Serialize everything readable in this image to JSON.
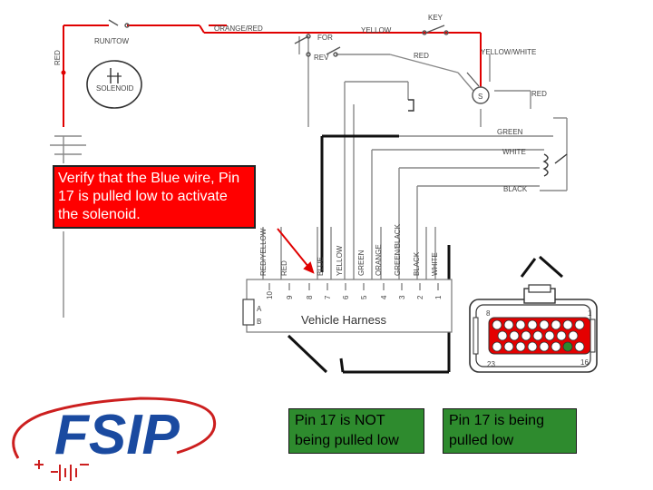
{
  "callout": {
    "text": "Verify that the Blue wire, Pin 17 is pulled low to activate the solenoid."
  },
  "harness_label": "Vehicle Harness",
  "status_boxes": {
    "not_pulled": "Pin 17 is NOT being pulled low",
    "pulled": "Pin 17 is being pulled low"
  },
  "logo": {
    "text": "FSIP",
    "color": "#1a4aa0",
    "accent": "#cc1f1f"
  },
  "schematic": {
    "labels": {
      "orange_red": "ORANGE/RED",
      "yellow_top": "YELLOW",
      "key": "KEY",
      "run_tow": "RUN/TOW",
      "red_side": "RED",
      "solenoid": "SOLENOID",
      "fwd": "FOR",
      "rev": "REV",
      "red_mid": "RED",
      "yellow_white": "YELLOW/WHITE",
      "red_right": "RED",
      "green": "GREEN",
      "white": "WHITE",
      "black": "BLACK"
    },
    "wire_colors": [
      "RED/YELLOW",
      "RED",
      "BLUE",
      "YELLOW",
      "GREEN",
      "ORANGE",
      "GREEN/BLACK",
      "BLACK",
      "WHITE"
    ],
    "pin_numbers": [
      "10",
      "9",
      "8",
      "7",
      "6",
      "5",
      "4",
      "3",
      "2",
      "1"
    ],
    "side_pins": [
      "A",
      "B"
    ]
  },
  "connector": {
    "label_top_left": "8",
    "label_top_right": "1",
    "label_bottom_left": "23",
    "label_bottom_right": "16",
    "active_pin_color": "#2e8b2e"
  }
}
